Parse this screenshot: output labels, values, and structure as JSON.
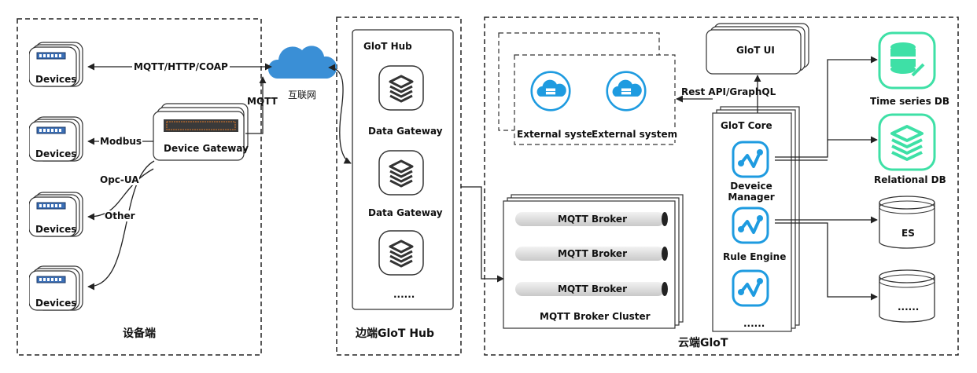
{
  "device_zone": {
    "title": "设备端",
    "devices": [
      "Devices",
      "Devices",
      "Devices",
      "Devices"
    ],
    "gateway": "Device Gateway",
    "protocols": {
      "cloud": "MQTT/HTTP/COAP",
      "gateway_mqtt": "MQTT",
      "modbus": "Modbus",
      "opcua": "Opc-UA",
      "other": "Other"
    }
  },
  "internet": {
    "label": "互联网"
  },
  "edge_zone": {
    "title": "边端GloT Hub",
    "hub_title": "GloT Hub",
    "gateways": [
      "Data Gateway",
      "Data Gateway"
    ],
    "more": "......"
  },
  "cloud_zone": {
    "title": "云端GloT",
    "ui": "GloT UI",
    "api_label": "Rest API/GraphQL",
    "external_systems": [
      "External system",
      "External system"
    ],
    "core": {
      "title": "GloT Core",
      "modules": [
        "Deveice\nManager",
        "Rule Engine"
      ],
      "more": "......"
    },
    "broker_cluster": {
      "title": "MQTT Broker Cluster",
      "brokers": [
        "MQTT Broker",
        "MQTT Broker",
        "MQTT Broker"
      ]
    },
    "storage": {
      "time_series": "Time series DB",
      "relational": "Relational DB",
      "es": "ES",
      "more": "......"
    }
  },
  "colors": {
    "cyan": "#1e9be0",
    "green": "#3ee0a6",
    "cloud_blue": "#3a8fd6"
  }
}
